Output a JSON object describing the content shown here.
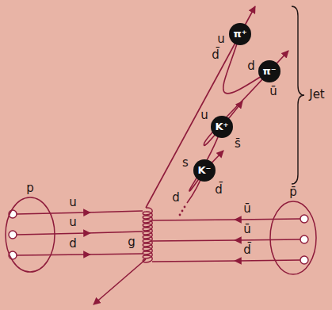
{
  "diagram": {
    "nodes": [
      {
        "text": [
          "π⁺"
        ]
      },
      {
        "text": [
          "π⁻"
        ]
      },
      {
        "text": [
          "K⁺"
        ]
      },
      {
        "text": [
          "K⁻"
        ]
      },
      {
        "text": [
          "p"
        ]
      },
      {
        "text": [
          "p̄"
        ]
      }
    ],
    "labels": [
      "u",
      "d̄",
      "d",
      "ū",
      "u",
      "s̄",
      "s",
      "d̄",
      "d",
      "Jet",
      "u",
      "u",
      "d",
      "g",
      "ū",
      "ū",
      "d̄"
    ]
  }
}
